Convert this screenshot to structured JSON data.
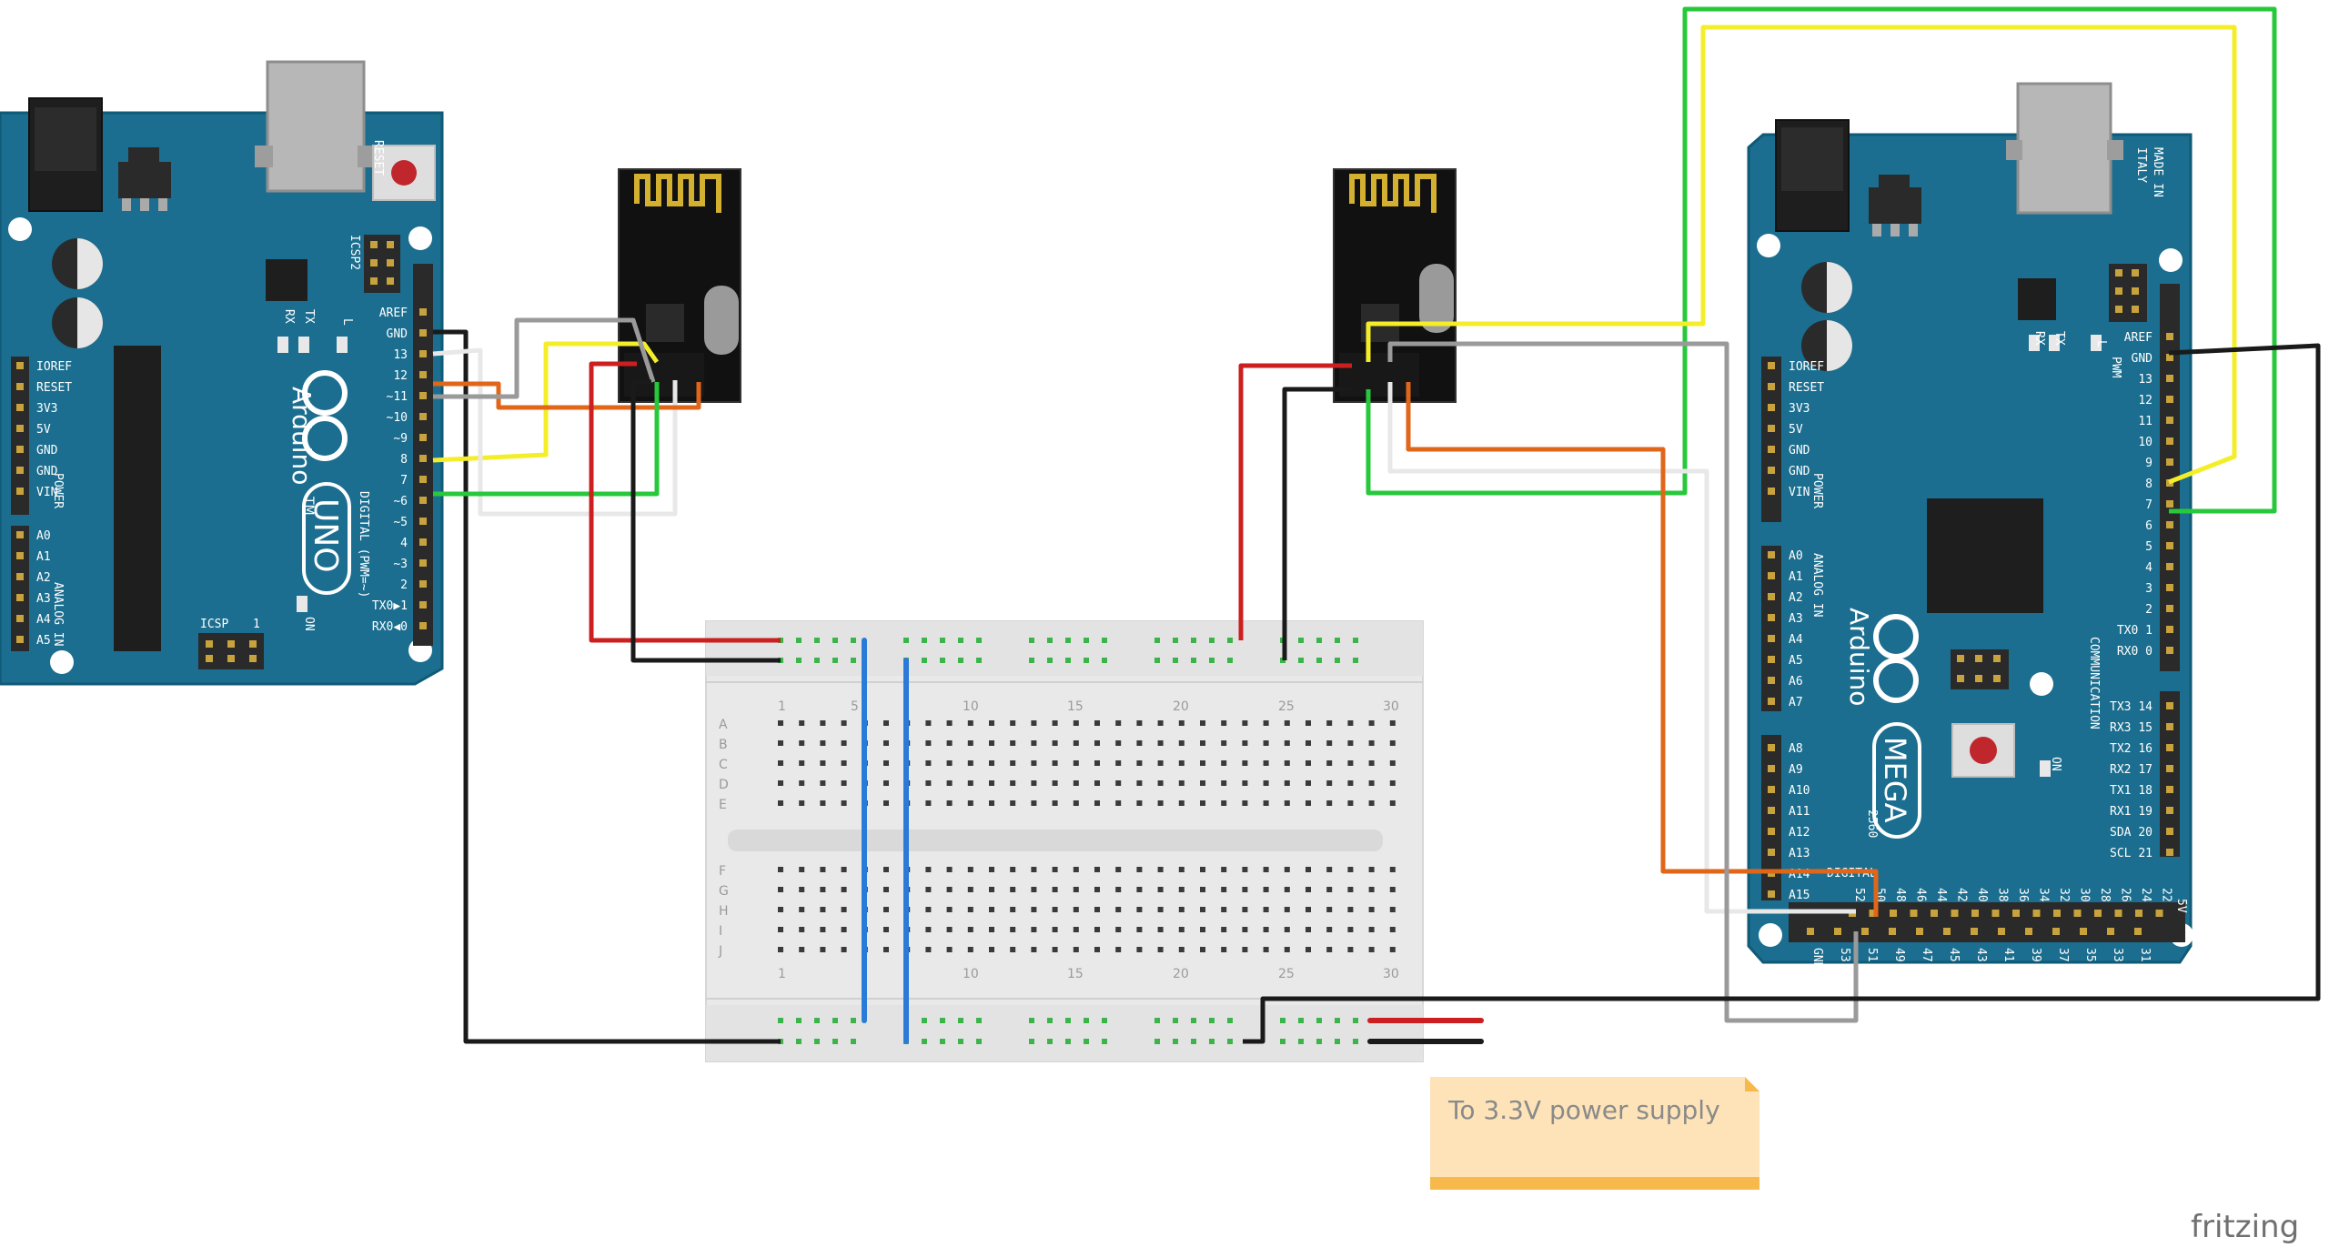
{
  "uno": {
    "brand": "Arduino",
    "model": "UNO",
    "tm": "TM",
    "reset": "RESET",
    "icsp2": "ICSP2",
    "icsp": "ICSP",
    "icsp_num": "1",
    "on": "ON",
    "tx": "TX",
    "rx": "RX",
    "l": "L",
    "digital": "DIGITAL (PWM=~)",
    "power": "POWER",
    "analog_in": "ANALOG IN",
    "left_pins": [
      "IOREF",
      "RESET",
      "3V3",
      "5V",
      "GND",
      "GND",
      "VIN"
    ],
    "analog_pins": [
      "A0",
      "A1",
      "A2",
      "A3",
      "A4",
      "A5"
    ],
    "right_pins": [
      "AREF",
      "GND",
      "13",
      "12",
      "~11",
      "~10",
      "~9",
      "8",
      "7",
      "~6",
      "~5",
      "4",
      "~3",
      "2",
      "TX0▶1",
      "RX0◀0"
    ]
  },
  "mega": {
    "brand": "Arduino",
    "model": "MEGA",
    "sub": "2560",
    "made_in": "MADE IN",
    "italy": "ITALY",
    "tx": "TX",
    "rx": "RX",
    "l": "L",
    "pwm": "PWM",
    "power": "POWER",
    "analog_in": "ANALOG IN",
    "communication": "COMMUNICATION",
    "digital": "DIGITAL",
    "on": "ON",
    "left_pins": [
      "IOREF",
      "RESET",
      "3V3",
      "5V",
      "GND",
      "GND",
      "VIN"
    ],
    "analog_pins_a": [
      "A0",
      "A1",
      "A2",
      "A3",
      "A4",
      "A5",
      "A6",
      "A7"
    ],
    "analog_pins_b": [
      "A8",
      "A9",
      "A10",
      "A11",
      "A12",
      "A13",
      "A14",
      "A15"
    ],
    "right_pins": [
      "AREF",
      "GND",
      "13",
      "12",
      "11",
      "10",
      "9",
      "8",
      "7",
      "6",
      "5",
      "4",
      "3",
      "2",
      "TX0 1",
      "RX0 0"
    ],
    "comm_pins": [
      "TX3 14",
      "RX3 15",
      "TX2 16",
      "RX2 17",
      "TX1 18",
      "RX1 19",
      "SDA 20",
      "SCL 21"
    ],
    "bottom_pins_top": [
      "52",
      "50",
      "48",
      "46",
      "44",
      "42",
      "40",
      "38",
      "36",
      "34",
      "32",
      "30",
      "28",
      "26",
      "24",
      "22"
    ],
    "bottom_pins_bot": [
      "GND",
      "53",
      "51",
      "49",
      "47",
      "45",
      "43",
      "41",
      "39",
      "37",
      "35",
      "33",
      "31"
    ],
    "five_v": "5V"
  },
  "breadboard": {
    "row_letters_top": [
      "A",
      "B",
      "C",
      "D",
      "E"
    ],
    "row_letters_bot": [
      "F",
      "G",
      "H",
      "I",
      "J"
    ],
    "col_numbers": [
      "1",
      "5",
      "10",
      "15",
      "20",
      "25",
      "30"
    ]
  },
  "note": {
    "text": "To 3.3V power supply"
  },
  "watermark": "fritzing",
  "colors": {
    "board_blue": "#1b6e8f",
    "board_edge": "#0f5a77",
    "wire_red": "#cc1f1f",
    "wire_black": "#1a1a1a",
    "wire_green": "#28c83c",
    "wire_yellow": "#f4ee2a",
    "wire_orange": "#e0661a",
    "wire_gray": "#9a9a9a",
    "wire_white": "#e8e8e8",
    "wire_blue": "#2a7ad8",
    "note_bg": "#fde3b7"
  }
}
